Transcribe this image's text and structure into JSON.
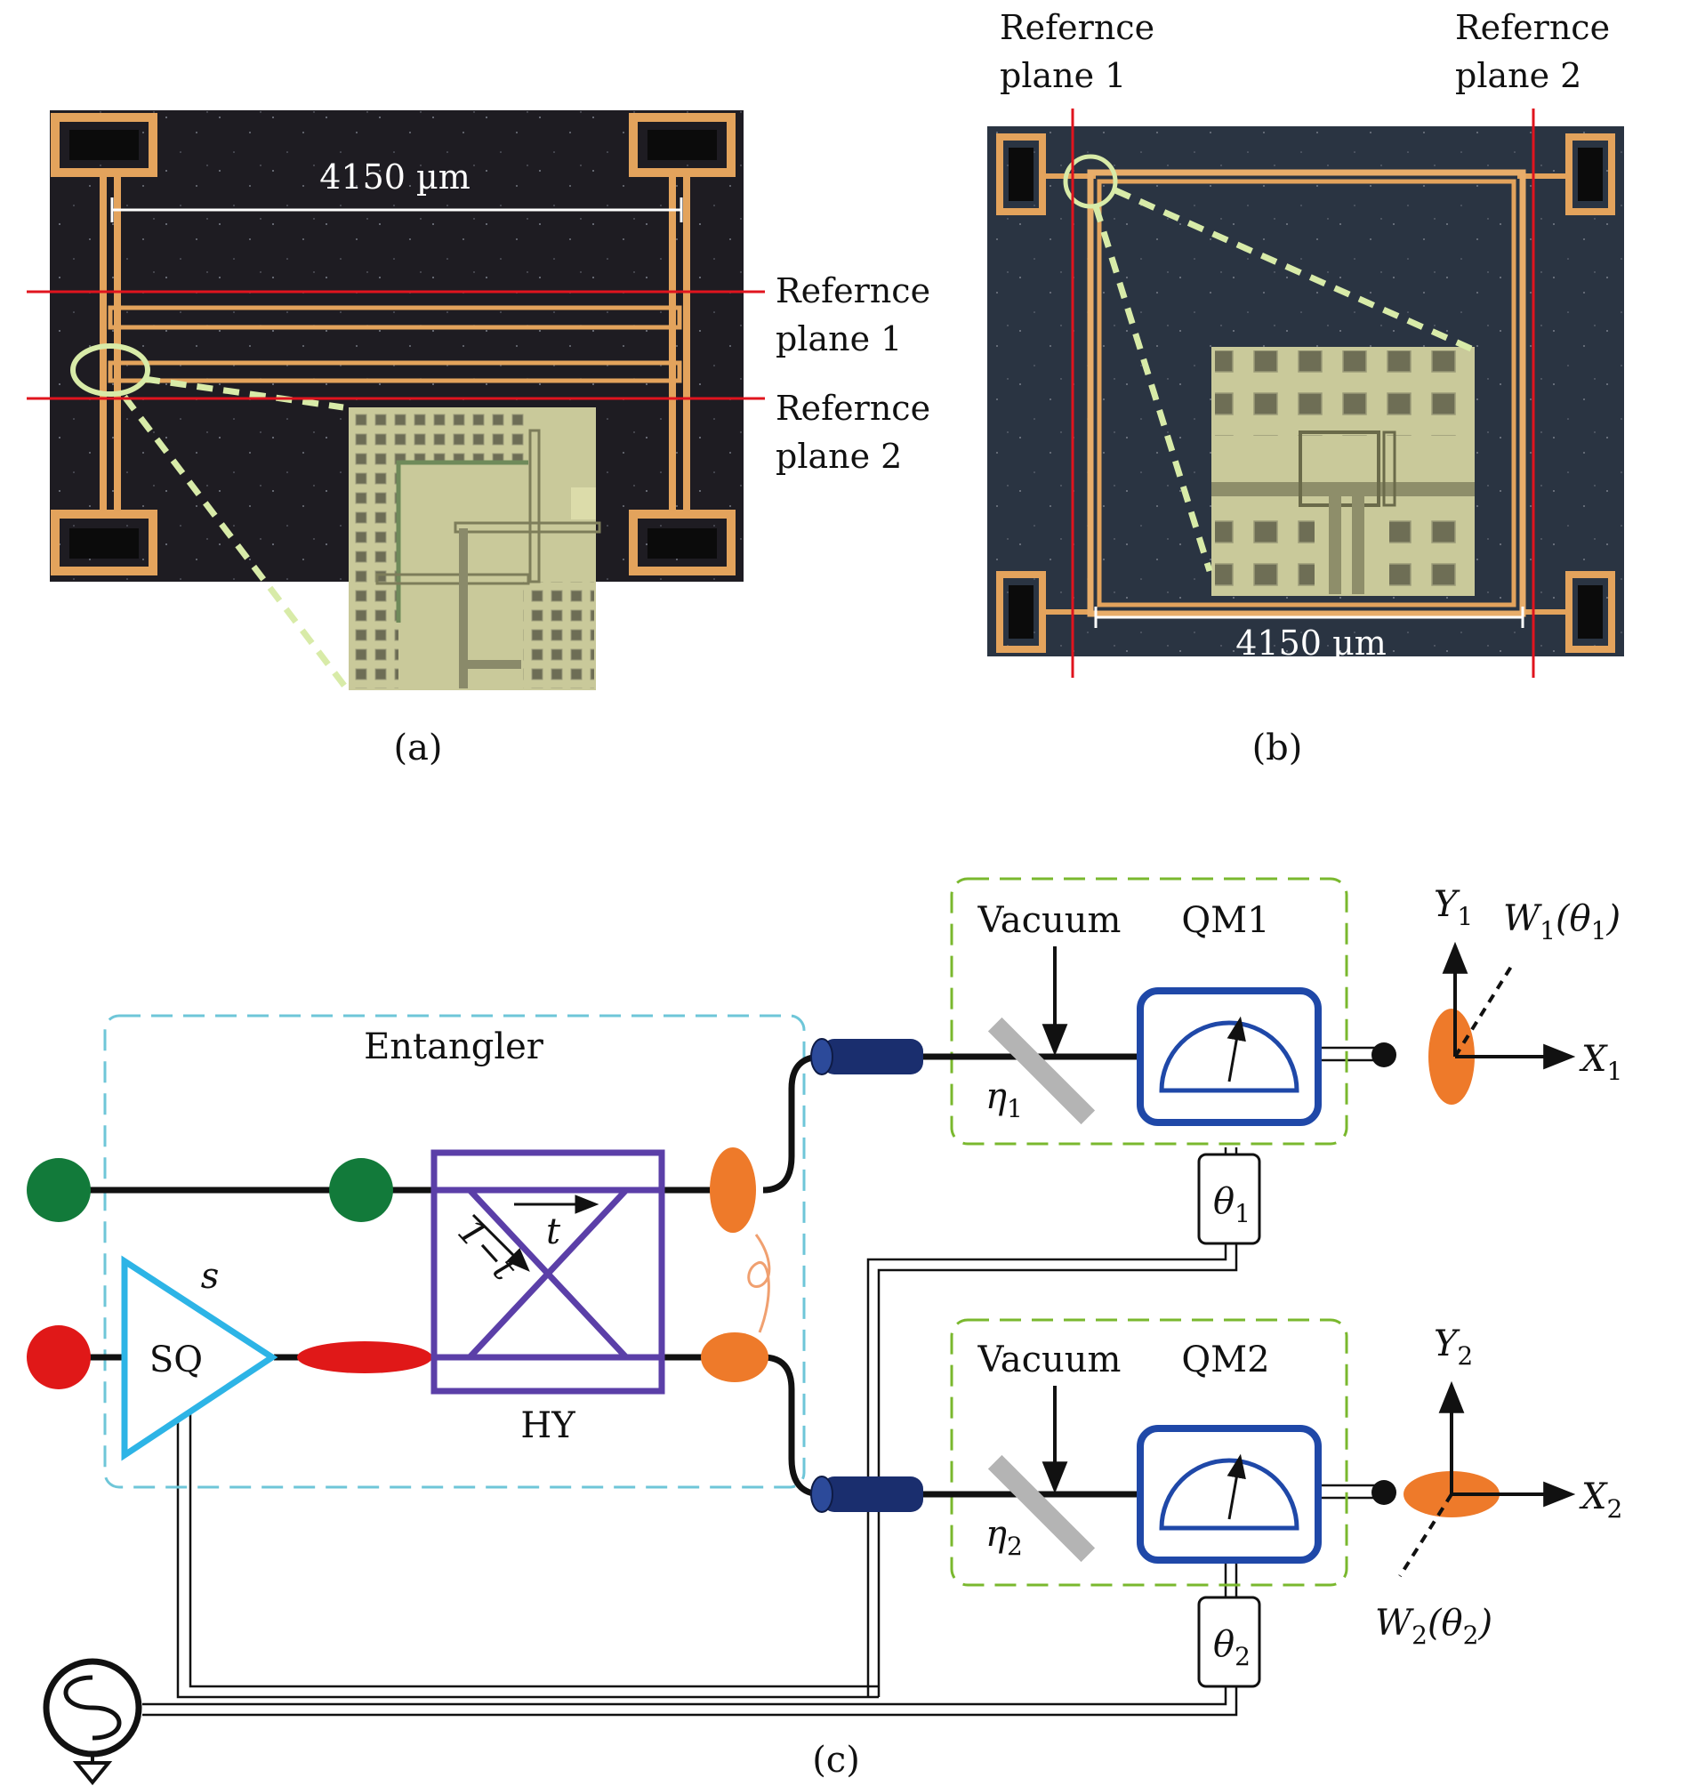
{
  "panel_a": {
    "caption": "(a)",
    "scale_text": "4150 µm",
    "ref1_line1": "Refernce",
    "ref1_line2": "plane 1",
    "ref2_line1": "Refernce",
    "ref2_line2": "plane 2"
  },
  "panel_b": {
    "caption": "(b)",
    "scale_text": "4150 µm",
    "ref1_line1": "Refernce",
    "ref1_line2": "plane 1",
    "ref2_line1": "Refernce",
    "ref2_line2": "plane 2"
  },
  "panel_c": {
    "caption": "(c)",
    "entangler_label": "Entangler",
    "hybrid_label": "HY",
    "squeezer_label": "SQ",
    "squeezing_param": "s",
    "t_label": "t",
    "one_minus_t_label": "1−t",
    "vacuum_top": "Vacuum",
    "vacuum_bottom": "Vacuum",
    "qm1_label": "QM1",
    "qm2_label": "QM2",
    "eta1": "η",
    "eta1_sub": "1",
    "eta2": "η",
    "eta2_sub": "2",
    "theta1": "θ",
    "theta1_sub": "1",
    "theta2": "θ",
    "theta2_sub": "2",
    "y1": "Y",
    "y1_sub": "1",
    "x1": "X",
    "x1_sub": "1",
    "y2": "Y",
    "y2_sub": "2",
    "x2": "X",
    "x2_sub": "2",
    "w1_a": "W",
    "w1_sub": "1",
    "w1_b": "(θ",
    "w1_sub2": "1",
    "w1_c": ")",
    "w2_a": "W",
    "w2_sub": "2",
    "w2_b": "(θ",
    "w2_sub2": "2",
    "w2_c": ")"
  },
  "colors": {
    "red_line": "#e0141e",
    "entangler_box": "#6ec6d8",
    "measure_box": "#7ab82e",
    "hybrid": "#5b3fa8",
    "squeezer": "#2db4e6",
    "green_mode": "#127a3a",
    "red_mode": "#e01818",
    "orange_mode": "#ee7a2a",
    "meter": "#1f48a8",
    "cable": "#1a2e6e",
    "splitter": "#b4b4b4",
    "chip_bg_a": "#1e1c22",
    "chip_bg_b": "#2a3442",
    "gold": "#e3a35c",
    "inset": "#c9c99a"
  }
}
